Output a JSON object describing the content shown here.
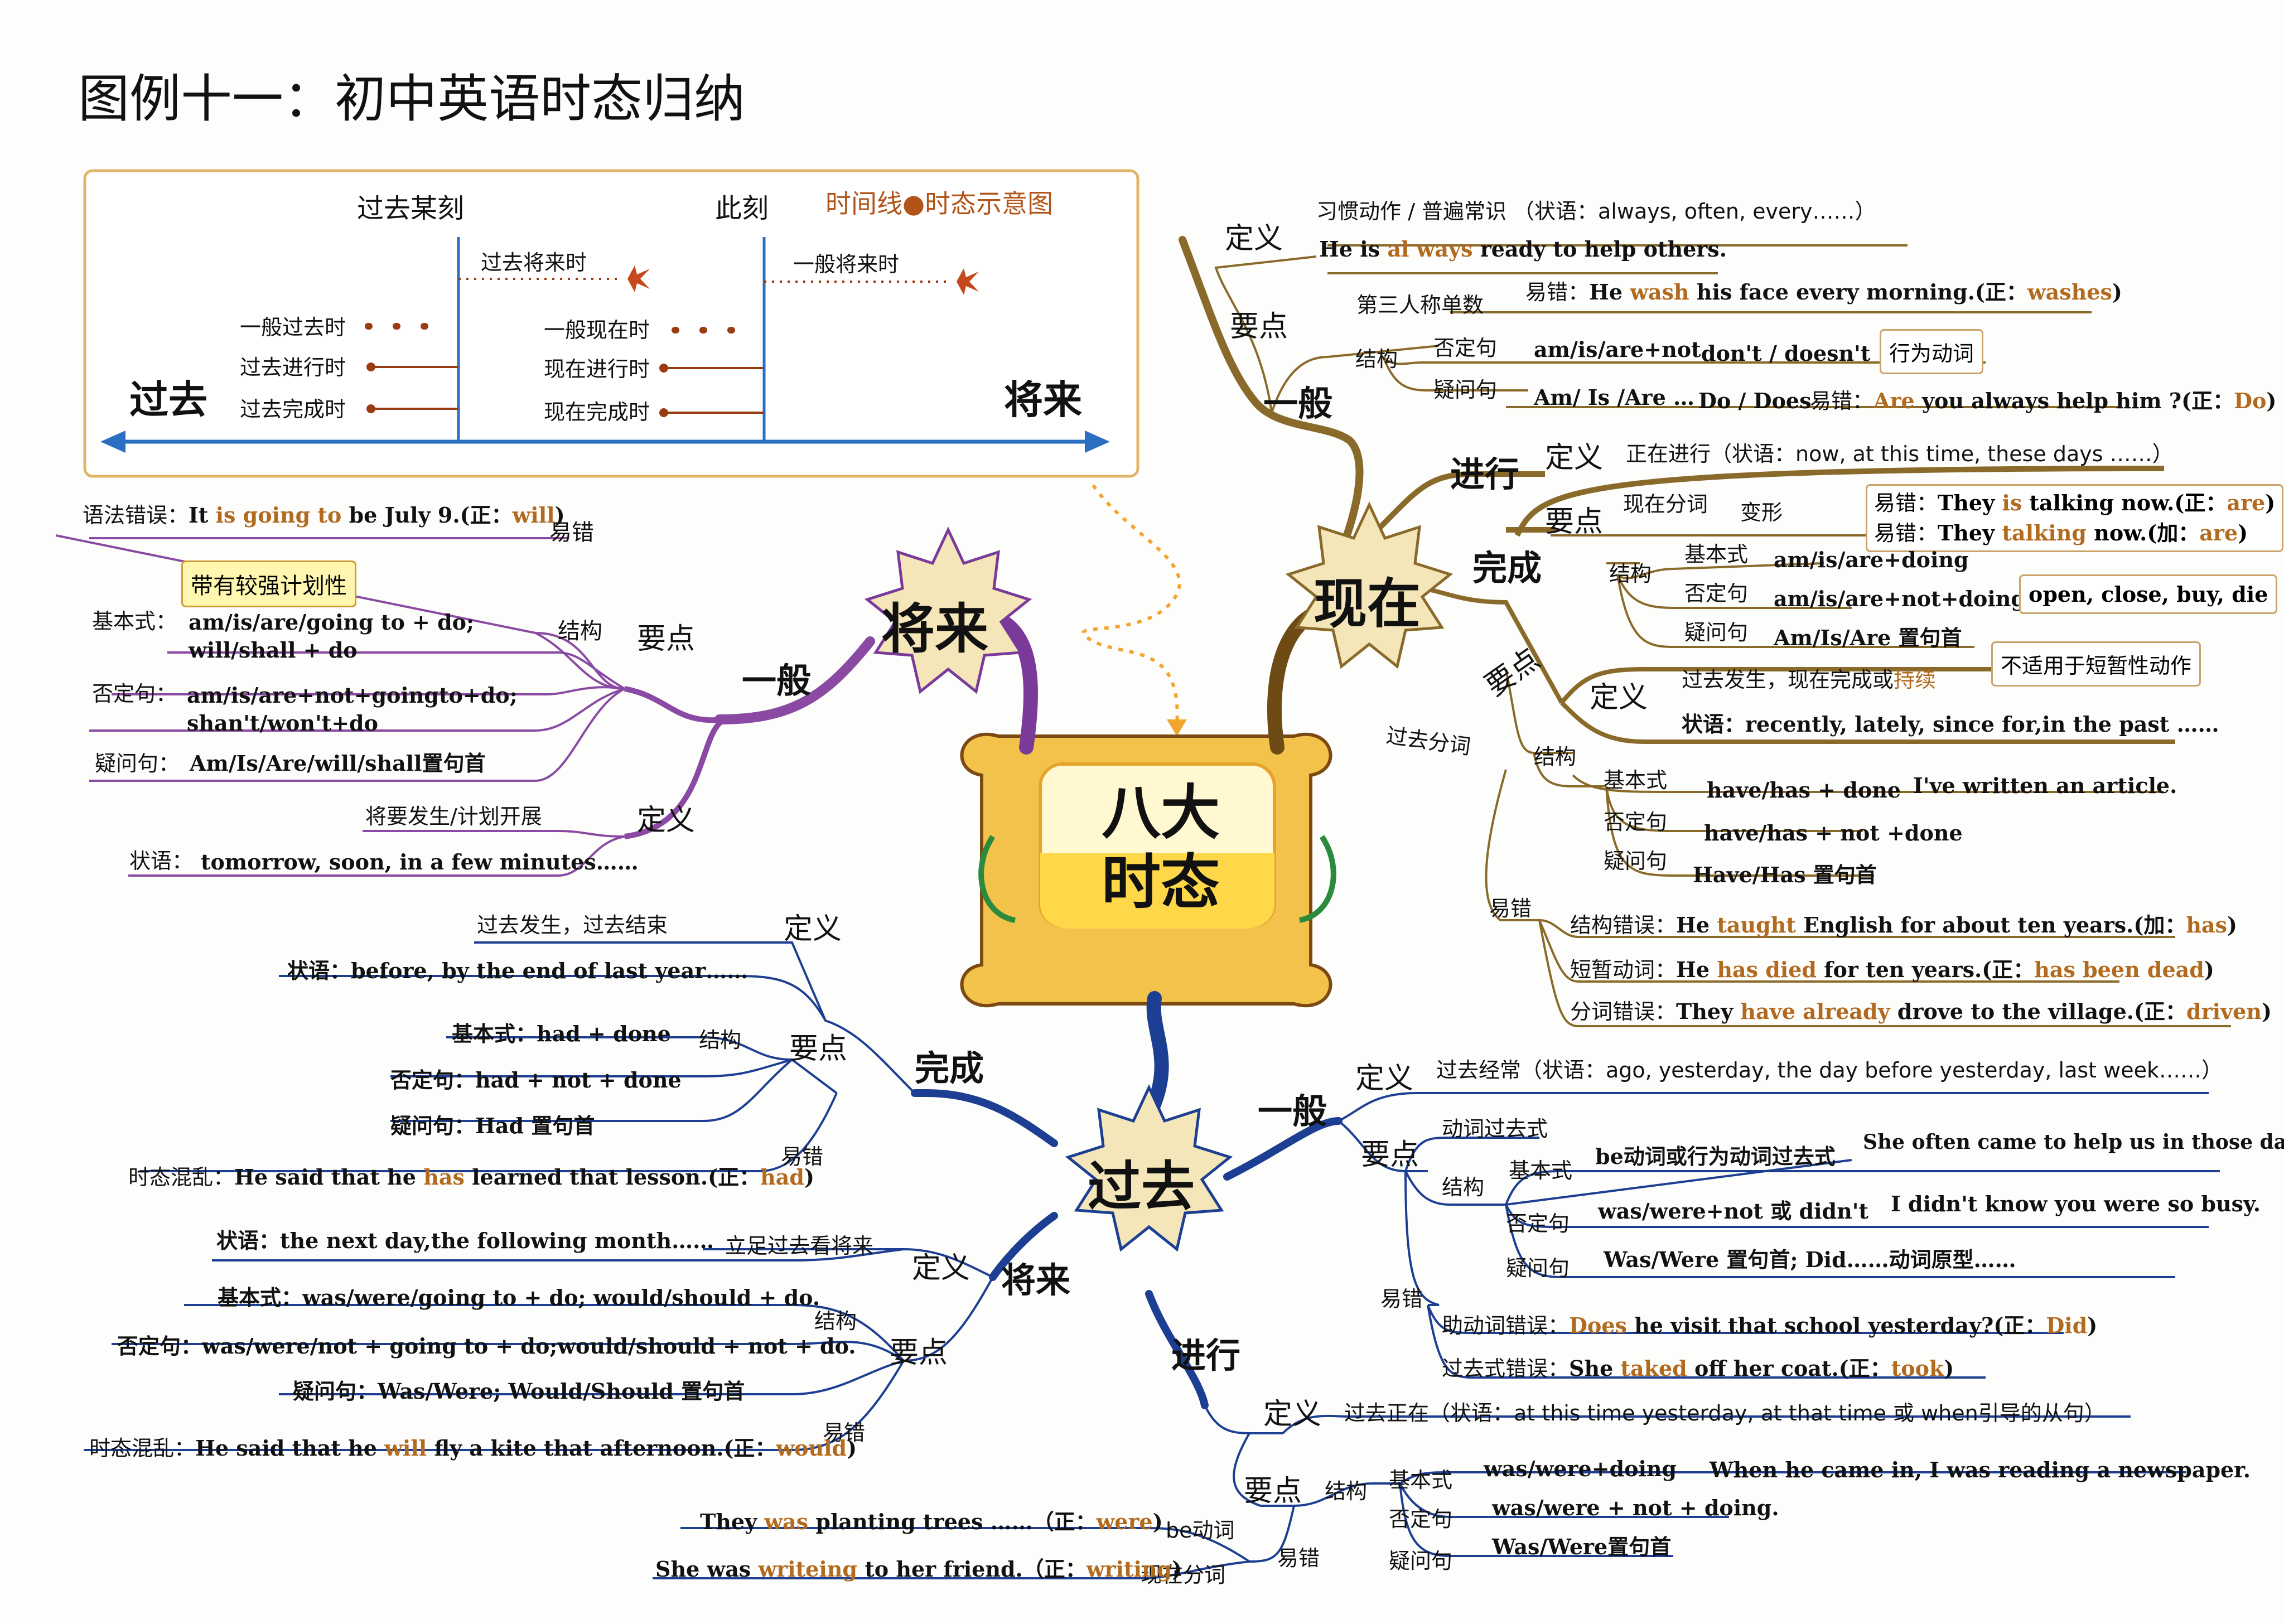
{
  "title": "图例十一：初中英语时态归纳",
  "center": {
    "line1": "八大",
    "line2": "时态"
  },
  "timeline": {
    "legend": "时间线●时态示意图",
    "past_moment": "过去某刻",
    "this_moment": "此刻",
    "past_future": "过去将来时",
    "simple_future": "一般将来时",
    "simple_past": "一般过去时",
    "past_progressive": "过去进行时",
    "past_perfect": "过去完成时",
    "simple_present": "一般现在时",
    "present_progressive": "现在进行时",
    "present_perfect": "现在完成时",
    "past": "过去",
    "future": "将来"
  },
  "future": {
    "title": "将来",
    "general": "一般",
    "keypoints": "要点",
    "mistakes": "易错",
    "structure": "结构",
    "definition": "定义",
    "grammar_error_prefix": "语法错误：",
    "grammar_error_a": "It ",
    "grammar_error_b": "is going to",
    "grammar_error_c": " be July 9.(正：",
    "grammar_error_d": "will",
    "grammar_error_e": ")",
    "strong_plan": "带有较强计划性",
    "basic_label": "基本式：",
    "basic_1": "am/is/are/going to + do;",
    "basic_2": "will/shall + do",
    "neg_label": "否定句：",
    "neg_1": "am/is/are+not+goingto+do;",
    "neg_2": "shan't/won't+do",
    "q_label": "疑问句：",
    "q_1": "Am/Is/Are/will/shall置句首",
    "def_1": "将要发生/计划开展",
    "adv_label": "状语：",
    "adv_1": "tomorrow, soon, in a few minutes……"
  },
  "present": {
    "title": "现在",
    "general": "一般",
    "definition": "定义",
    "keypoints": "要点",
    "structure": "结构",
    "habit": "习惯动作 / 普遍常识 （状语：always, often, every……）",
    "habit_ex_a": "He is ",
    "habit_ex_b": "al ways",
    "habit_ex_c": " ready to help others.",
    "third_person": "第三人称单数",
    "mistake_label": "易错：",
    "third_ex_a": "He ",
    "third_ex_b": "wash",
    "third_ex_c": " his face every morning.(正：",
    "third_ex_d": "washes",
    "third_ex_e": ")",
    "neg": "否定句",
    "neg_form": "am/is/are+not",
    "neg_form2": "don't / doesn't",
    "action_verb": "行为动词",
    "q": "疑问句",
    "q_form": "Am/ Is /Are …",
    "q_form2": "Do / Does",
    "q_mistake_a": "易错：",
    "q_mistake_b": "Are",
    "q_mistake_c": " you always help him ?(正：",
    "q_mistake_d": "Do",
    "q_mistake_e": ")",
    "progressive": "进行",
    "prog_def": "正在进行（状语：now, at this time, these days ……）",
    "prog_keypoints": "要点",
    "participle": "现在分词",
    "change": "变形",
    "prog_err1_a": "易错：",
    "prog_err1_b": "They ",
    "prog_err1_c": "is",
    "prog_err1_d": " talking now.(正：",
    "prog_err1_e": "are",
    "prog_err1_f": ")",
    "prog_err2_a": "易错：",
    "prog_err2_b": "They ",
    "prog_err2_c": "talking",
    "prog_err2_d": " now.(加：",
    "prog_err2_e": "are",
    "prog_err2_f": ")",
    "basic": "基本式",
    "basic_form": "am/is/are+doing",
    "prog_neg": "否定句",
    "prog_neg_form": "am/is/are+not+doing",
    "prog_q": "疑问句",
    "prog_q_form": "Am/Is/Are 置句首",
    "not_applicable_verbs": "open, close, buy, die",
    "not_applicable": "不适用于短暂性动作",
    "perfect": "完成",
    "perf_keypoints": "要点",
    "perf_def_label": "定义",
    "perf_def_a": "过去发生，现在完成或",
    "perf_def_b": "持续",
    "perf_adv": "状语：recently, lately, since for,in the past ……",
    "past_participle": "过去分词",
    "perf_struct": "结构",
    "perf_basic": "基本式",
    "perf_basic_form": "have/has + done",
    "perf_basic_ex": "I've written an article.",
    "perf_neg": "否定句",
    "perf_neg_form": "have/has + not +done",
    "perf_q": "疑问句",
    "perf_q_form": "Have/Has 置句首",
    "perf_mistakes": "易错",
    "perf_err1_a": "结构错误：",
    "perf_err1_b": "He ",
    "perf_err1_c": "taught",
    "perf_err1_d": " English for about ten years.(加：",
    "perf_err1_e": "has",
    "perf_err1_f": ")",
    "perf_err2_a": "短暂动词：",
    "perf_err2_b": "He ",
    "perf_err2_c": "has died",
    "perf_err2_d": " for ten years.(正：",
    "perf_err2_e": "has been dead",
    "perf_err2_f": ")",
    "perf_err3_a": "分词错误：",
    "perf_err3_b": "They ",
    "perf_err3_c": "have  already",
    "perf_err3_d": " drove to the village.(正：",
    "perf_err3_e": "driven",
    "perf_err3_f": ")"
  },
  "past": {
    "title": "过去",
    "perfect": "完成",
    "perf_def": "定义",
    "perf_def_1": "过去发生，过去结束",
    "perf_adv": "状语：before, by  the end of last year……",
    "perf_keypoints": "要点",
    "perf_struct": "结构",
    "perf_basic": "基本式：had + done",
    "perf_neg": "否定句：had + not + done",
    "perf_q": "疑问句：Had 置句首",
    "perf_mistakes": "易错",
    "perf_err_a": "时态混乱：",
    "perf_err_b": "He said that he ",
    "perf_err_c": "has",
    "perf_err_d": "  learned that lesson.(正：",
    "perf_err_e": "had",
    "perf_err_f": ")",
    "future": "将来",
    "fut_def": "定义",
    "fut_def_1": "立足过去看将来",
    "fut_adv": "状语：the next day,the following month……",
    "fut_keypoints": "要点",
    "fut_struct": "结构",
    "fut_basic": "基本式：was/were/going to + do;   would/should + do.",
    "fut_neg": "否定句：was/were/not + going to + do;would/should + not + do.",
    "fut_q": "疑问句：Was/Were;  Would/Should  置句首",
    "fut_mistakes": "易错",
    "fut_err_a": "时态混乱：",
    "fut_err_b": "He said that he ",
    "fut_err_c": "will",
    "fut_err_d": "  fly a kite that afternoon.(正：",
    "fut_err_e": "would",
    "fut_err_f": ")",
    "general": "一般",
    "gen_def": "定义",
    "gen_def_1": "过去经常（状语：ago, yesterday, the day before yesterday, last week……）",
    "gen_keypoints": "要点",
    "gen_verb_past": "动词过去式",
    "gen_struct": "结构",
    "gen_basic": "基本式",
    "gen_basic_form": "be动词或行为动词过去式",
    "gen_basic_ex": "She often came to help us in those days.",
    "gen_neg": "否定句",
    "gen_neg_form": "was/were+not 或 didn't",
    "gen_neg_ex": "I didn't know you were so busy.",
    "gen_q": "疑问句",
    "gen_q_form": "Was/Were 置句首; Did……动词原型……",
    "gen_mistakes": "易错",
    "gen_err1_a": "助动词错误：",
    "gen_err1_b": "Does",
    "gen_err1_c": "  he visit that school yesterday?(正：",
    "gen_err1_d": "Did",
    "gen_err1_e": ")",
    "gen_err2_a": "过去式错误：",
    "gen_err2_b": "She ",
    "gen_err2_c": "taked",
    "gen_err2_d": " off  her coat.(正：",
    "gen_err2_e": "took",
    "gen_err2_f": ")",
    "progressive": "进行",
    "prog_def": "定义",
    "prog_def_1": "过去正在（状语：at this time yesterday, at that time 或 when引导的从句）",
    "prog_keypoints": "要点",
    "prog_struct": "结构",
    "prog_basic": "基本式",
    "prog_basic_form": "was/were+doing",
    "prog_basic_ex": "When he came in, I was reading a newspaper.",
    "prog_neg": "否定句",
    "prog_neg_form": "was/were + not + doing.",
    "prog_q": "疑问句",
    "prog_q_form": "Was/Were置句首",
    "prog_mistakes": "易错",
    "prog_be": "be动词",
    "prog_participle": "现在分词",
    "prog_err1_a": "They ",
    "prog_err1_b": "was",
    "prog_err1_c": " planting trees ……（正：",
    "prog_err1_d": "were",
    "prog_err1_e": ")",
    "prog_err2_a": "She was ",
    "prog_err2_b": "writeing",
    "prog_err2_c": " to her friend.（正：",
    "prog_err2_d": "writing",
    "prog_err2_e": ")"
  },
  "colors": {
    "future_branch": "#8a4aa3",
    "present_branch": "#8a6a2a",
    "past_branch": "#1d3f93",
    "timeline": "#2a6fc2",
    "error": "#b26a1f",
    "dots": "#9a3b12",
    "star_fill": "#f4e6b8"
  }
}
